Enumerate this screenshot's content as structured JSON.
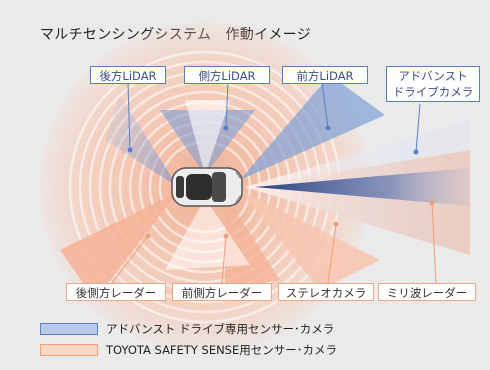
{
  "title": "マルチセンシングシステム　作動イメージ",
  "labels": {
    "rear_lidar": "後方LiDAR",
    "side_lidar": "側方LiDAR",
    "front_lidar": "前方LiDAR",
    "advanced_camera_line1": "アドバンスト",
    "advanced_camera_line2": "ドライブカメラ",
    "rear_side_radar": "後側方レーダー",
    "front_side_radar": "前側方レーダー",
    "stereo_camera": "ステレオカメラ",
    "millimeter_radar": "ミリ波レーダー"
  },
  "legend": {
    "advanced": "アドバンスト ドライブ専用センサー･カメラ",
    "tss": "TOYOTA SAFETY SENSE用センサー･カメラ"
  },
  "colors": {
    "advanced_fill": "#b9c9e8",
    "advanced_border": "#5b7fc7",
    "tss_fill": "#fbd7c6",
    "tss_border": "#ef9e76",
    "background": "#eaeaea"
  }
}
